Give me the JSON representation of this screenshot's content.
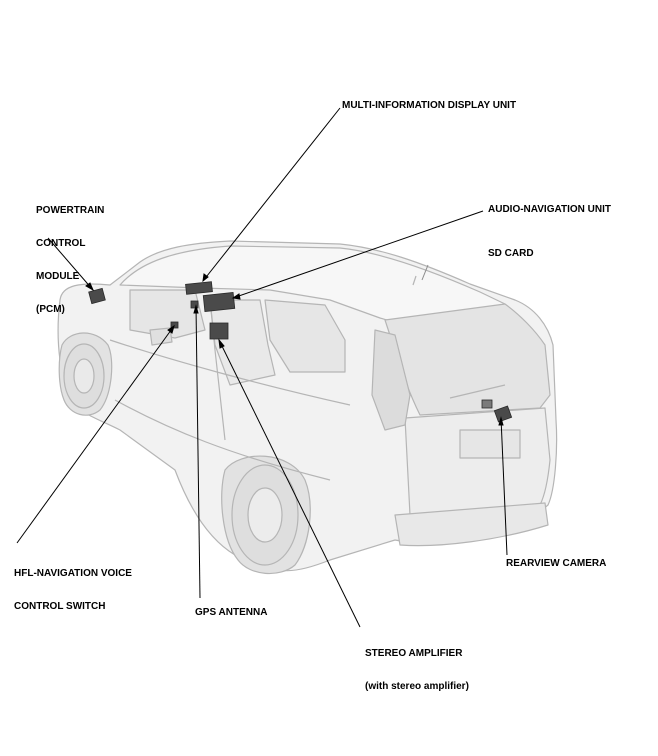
{
  "labels": {
    "multi_info_display": "MULTI-INFORMATION DISPLAY UNIT",
    "pcm_line1": "POWERTRAIN",
    "pcm_line2": "CONTROL",
    "pcm_line3": "MODULE",
    "pcm_line4": "(PCM)",
    "audio_nav_unit": "AUDIO-NAVIGATION UNIT",
    "sd_card": "SD CARD",
    "hfl_line1": "HFL-NAVIGATION VOICE",
    "hfl_line2": "CONTROL SWITCH",
    "rearview_camera": "REARVIEW CAMERA",
    "gps_antenna": "GPS ANTENNA",
    "stereo_amp_line1": "STEREO AMPLIFIER",
    "stereo_amp_line2": "(with stereo amplifier)"
  },
  "colors": {
    "body": "#f0f0f0",
    "outline": "#b8b8b8",
    "shade": "#d9d9d9",
    "component": "#4a4a4a",
    "leader": "#000000"
  }
}
